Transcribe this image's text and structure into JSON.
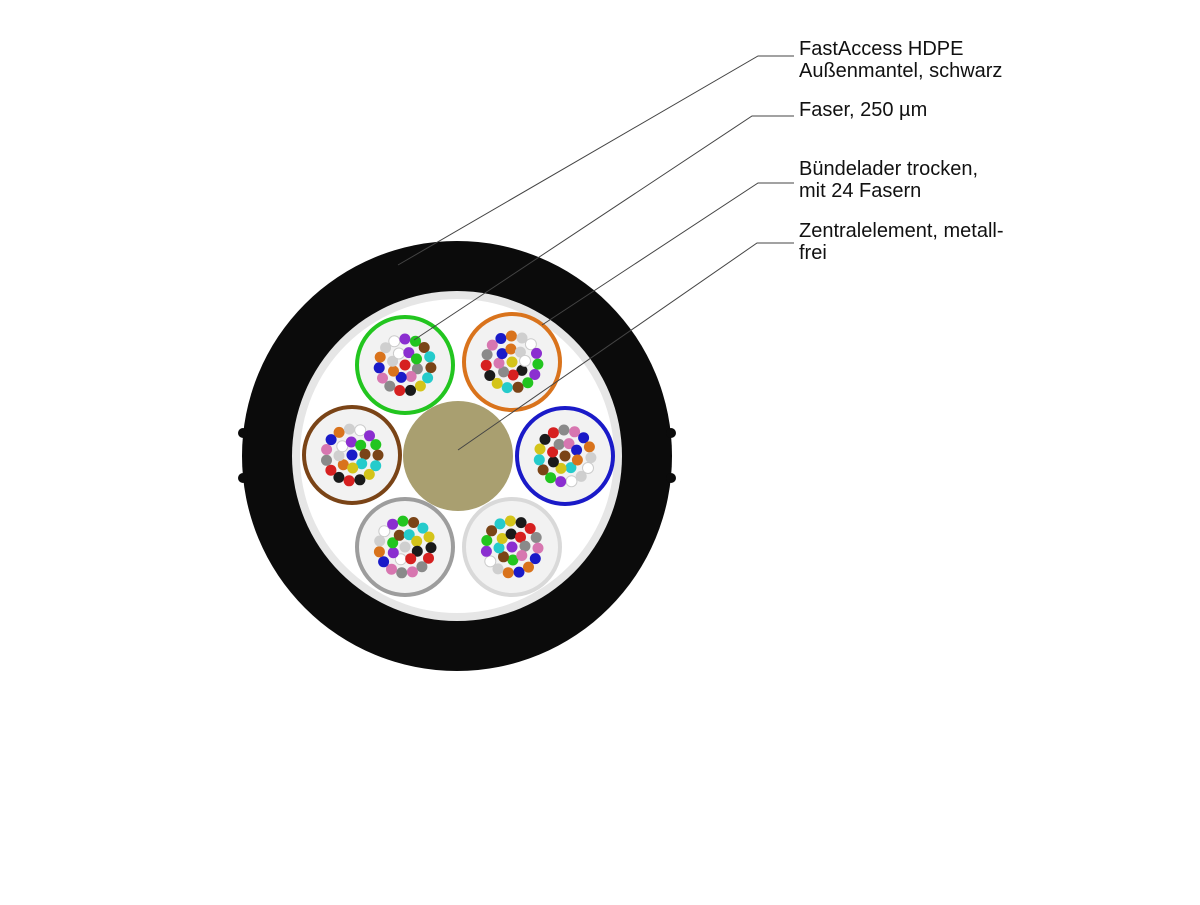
{
  "labels": {
    "jacket": {
      "line1": "FastAccess HDPE",
      "line2": "Außenmantel, schwarz"
    },
    "fiber": {
      "line1": "Faser, 250 µm"
    },
    "tube": {
      "line1": "Bündelader trocken,",
      "line2": "mit 24 Fasern"
    },
    "central": {
      "line1": "Zentralelement, metall-",
      "line2": "frei"
    }
  },
  "colors": {
    "jacket": "#0b0b0b",
    "filler": "#ffffff",
    "inner_ring": "#e6e6e6",
    "central_element": "#a99f70",
    "leader": "#444444"
  },
  "tubes": [
    {
      "name": "tube-green",
      "color": "#22c51f",
      "fibers": 24
    },
    {
      "name": "tube-orange",
      "color": "#d9731c",
      "fibers": 24
    },
    {
      "name": "tube-blue",
      "color": "#1a1ac8",
      "fibers": 24
    },
    {
      "name": "tube-white",
      "color": "#d9d9d9",
      "fibers": 24
    },
    {
      "name": "tube-grey",
      "color": "#9d9d9d",
      "fibers": 24
    },
    {
      "name": "tube-brown",
      "color": "#7a4417",
      "fibers": 24
    }
  ],
  "fiber_colors": [
    "#d62020",
    "#22c51f",
    "#1a1ac8",
    "#d4c41a",
    "#ffffff",
    "#8a8a8a",
    "#7a4417",
    "#d9731c",
    "#1a1a1a",
    "#8b2fd0",
    "#d776b0",
    "#25cbcb",
    "#cfcfcf"
  ]
}
